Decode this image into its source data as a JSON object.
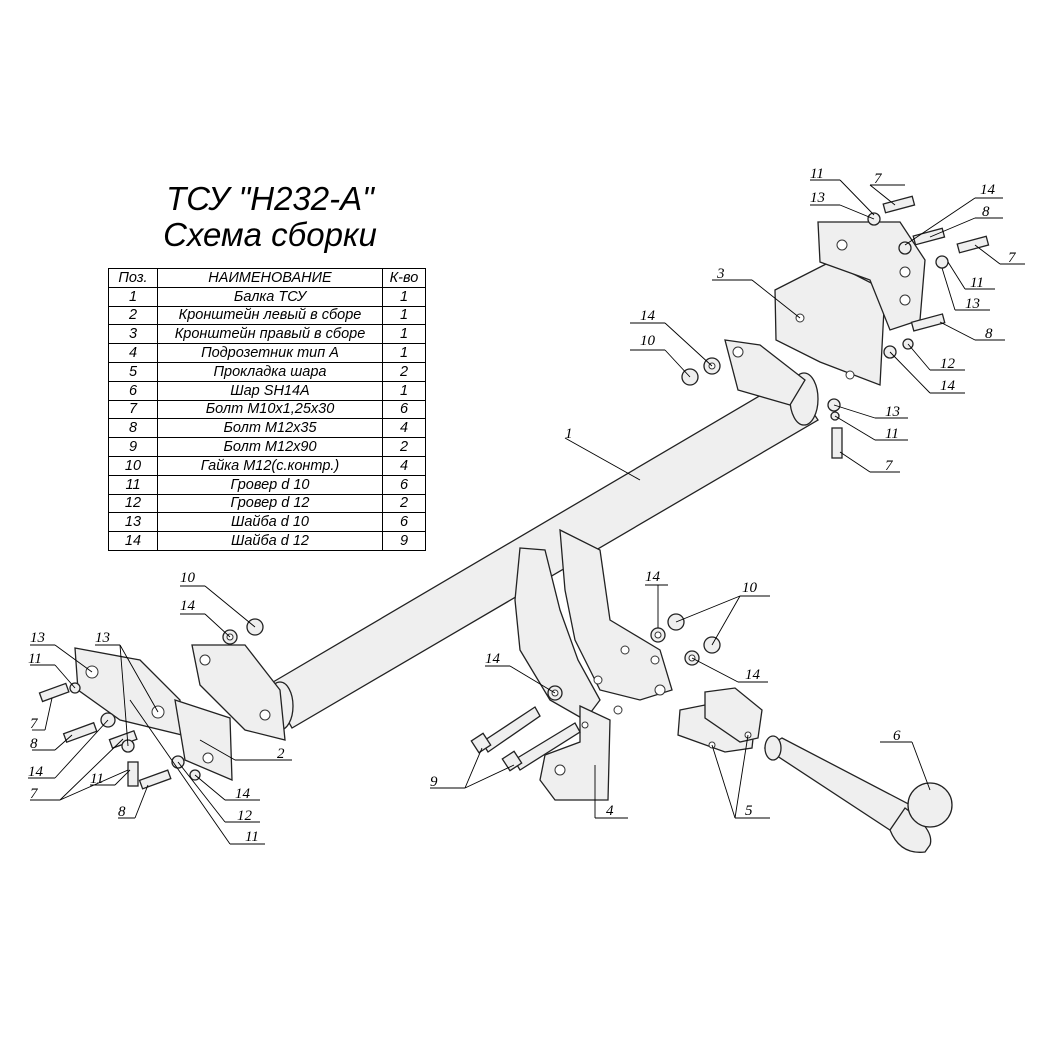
{
  "title": {
    "line1": "ТСУ \"H232-A\"",
    "line2": "Схема сборки"
  },
  "table": {
    "headers": [
      "Поз.",
      "НАИМЕНОВАНИЕ",
      "К-во"
    ],
    "rows": [
      {
        "pos": "1",
        "name": "Балка ТСУ",
        "qty": "1"
      },
      {
        "pos": "2",
        "name": "Кронштейн левый в сборе",
        "qty": "1"
      },
      {
        "pos": "3",
        "name": "Кронштейн правый в сборе",
        "qty": "1"
      },
      {
        "pos": "4",
        "name": "Подрозетник тип А",
        "qty": "1"
      },
      {
        "pos": "5",
        "name": "Прокладка шара",
        "qty": "2"
      },
      {
        "pos": "6",
        "name": "Шар SH14A",
        "qty": "1"
      },
      {
        "pos": "7",
        "name": "Болт М10х1,25х30",
        "qty": "6"
      },
      {
        "pos": "8",
        "name": "Болт М12х35",
        "qty": "4"
      },
      {
        "pos": "9",
        "name": "Болт М12х90",
        "qty": "2"
      },
      {
        "pos": "10",
        "name": "Гайка М12(с.контр.)",
        "qty": "4"
      },
      {
        "pos": "11",
        "name": "Гровер d 10",
        "qty": "6"
      },
      {
        "pos": "12",
        "name": "Гровер d 12",
        "qty": "2"
      },
      {
        "pos": "13",
        "name": "Шайба d 10",
        "qty": "6"
      },
      {
        "pos": "14",
        "name": "Шайба d 12",
        "qty": "9"
      }
    ]
  },
  "callouts": [
    "1",
    "2",
    "3",
    "4",
    "5",
    "6",
    "7",
    "8",
    "9",
    "10",
    "11",
    "12",
    "13",
    "14"
  ]
}
